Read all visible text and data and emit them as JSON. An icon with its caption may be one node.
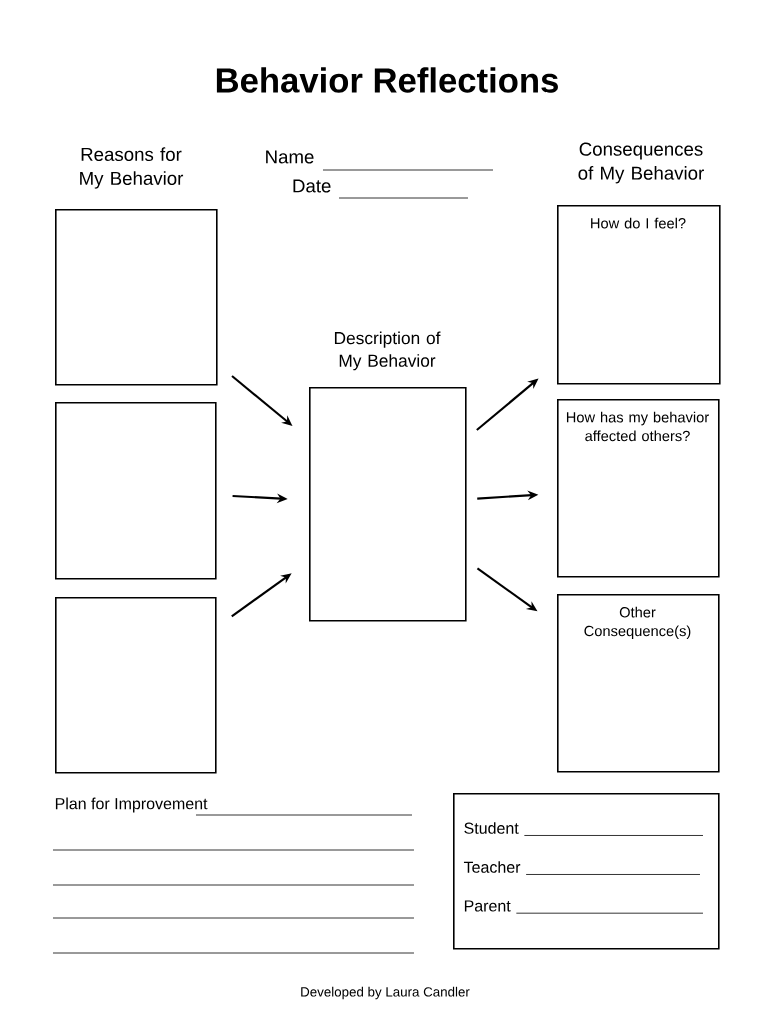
{
  "diagram": {
    "title": "Behavior Reflections",
    "nodes": [
      {
        "text": [],
        "shape": "box"
      },
      {
        "text": [],
        "shape": "box"
      },
      {
        "text": [],
        "shape": "box"
      },
      {
        "text": [
          "Description of My Behavior"
        ]
      },
      {
        "text": [
          "How do I feel?"
        ]
      },
      {
        "text": [
          "How has my behavior affected others?"
        ]
      },
      {
        "text": [
          "Other Consequence(s)"
        ]
      },
      {
        "text": [
          "Student",
          "Teacher",
          "Parent"
        ]
      }
    ],
    "edges": [
      {
        "from": 0,
        "to": 3,
        "arrow": "to"
      },
      {
        "from": 1,
        "to": 3,
        "arrow": "to"
      },
      {
        "from": 2,
        "to": 3,
        "arrow": "to"
      },
      {
        "from": 3,
        "to": 4,
        "arrow": "to"
      },
      {
        "from": 3,
        "to": 5,
        "arrow": "to"
      },
      {
        "from": 3,
        "to": 6,
        "arrow": "to"
      }
    ],
    "labels": [
      "Reasons for My Behavior",
      "Name",
      "Date",
      "Consequences of My Behavior",
      "Plan for Improvement",
      "Developed by Laura Candler"
    ]
  }
}
